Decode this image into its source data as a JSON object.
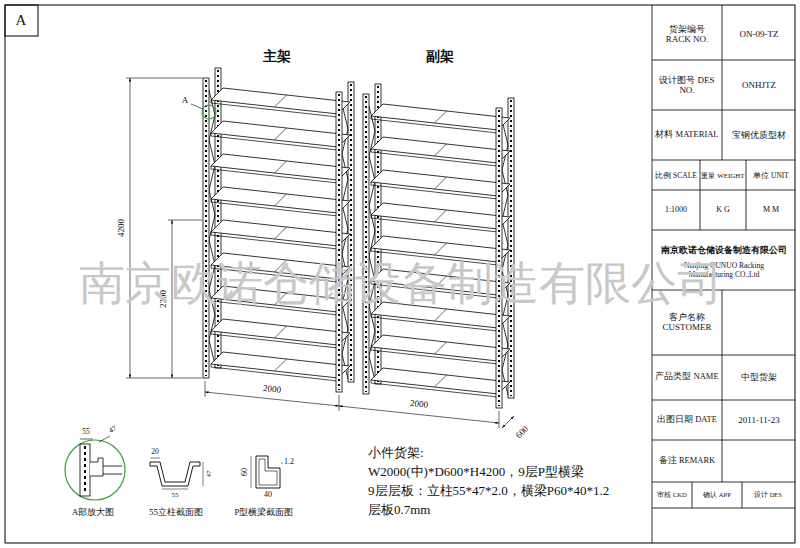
{
  "diagram": {
    "labels": [
      "A",
      "主架",
      "副架",
      "A",
      "4200",
      "2200",
      "2000",
      "2000",
      "600",
      "55",
      "47",
      "A部放大图",
      "20",
      "55",
      "47",
      "55立柱截面图",
      "60",
      "1.2",
      "40",
      "P型横梁截面图",
      "小件货架:",
      "W2000(中)*D600*H4200，9层P型横梁",
      "9层层板：立柱55*47*2.0，横梁P60*40*1.2",
      "层板0.7mm",
      "货架编号 RACK NO.",
      "ON-09-TZ",
      "设计图号 DES NO.",
      "ONHJTZ",
      "材料 MATERIAL",
      "宝钢优质型材",
      "比例 SCALE",
      "重量 WEIGHT",
      "单位 UNIT",
      "1:1000",
      "K G",
      "M M",
      "南京欧诺仓储设备制造有限公司",
      "Nanjing OUNUO Racking Manufacturing CO.,Ltd",
      "客户名称 CUSTOMER",
      "产品类型 NAME",
      "中型货架",
      "出图日期 DATE",
      "2011-11-23",
      "备注 REMARK",
      "审核 CKD",
      "确认 APP",
      "设计 DES",
      "南京欧诺仓储设备制造有限公司"
    ]
  }
}
